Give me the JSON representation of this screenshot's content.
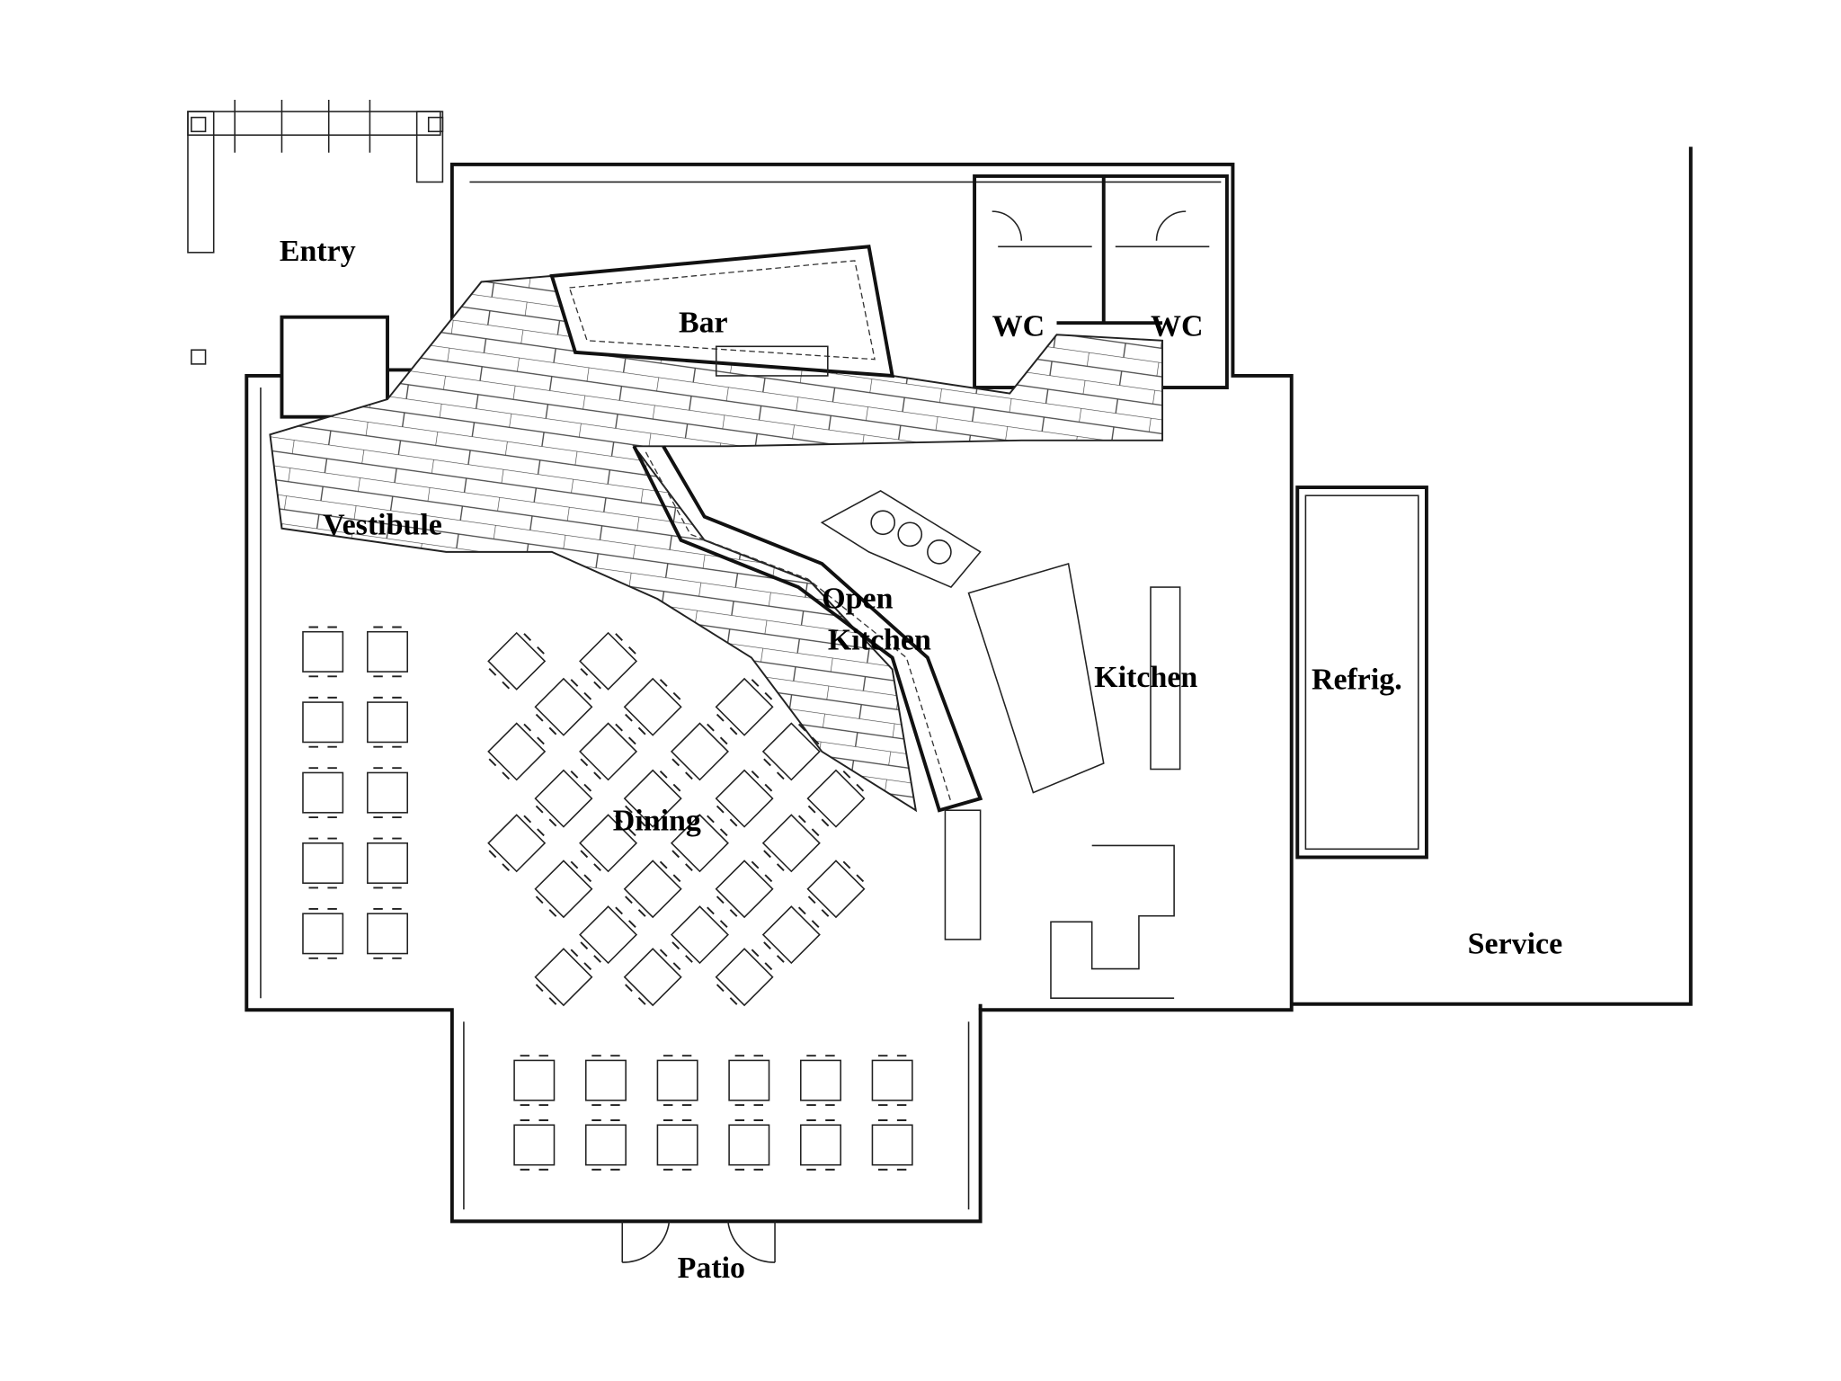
{
  "rooms": {
    "entry": "Entry",
    "bar": "Bar",
    "wc_left": "WC",
    "wc_right": "WC",
    "vestibule": "Vestibule",
    "open_kitchen_line1": "Open",
    "open_kitchen_line2": "Kitchen",
    "kitchen": "Kitchen",
    "refrig": "Refrig.",
    "dining": "Dining",
    "service": "Service",
    "patio": "Patio"
  }
}
